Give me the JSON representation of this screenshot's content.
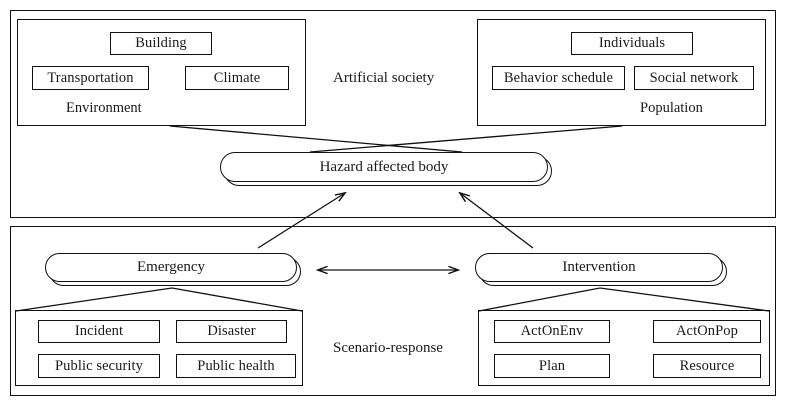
{
  "figure": {
    "panels": [
      {
        "id": "artificial-society",
        "title": "Artificial society",
        "groups": [
          {
            "id": "environment",
            "caption": "Environment",
            "items": [
              "Building",
              "Transportation",
              "Climate"
            ]
          },
          {
            "id": "population",
            "caption": "Population",
            "items": [
              "Individuals",
              "Behavior schedule",
              "Social network"
            ]
          }
        ],
        "node": "Hazard affected body"
      },
      {
        "id": "scenario-response",
        "title": "Scenario-response",
        "nodes": [
          "Emergency",
          "Intervention"
        ],
        "groups": [
          {
            "id": "emergency-items",
            "items": [
              "Incident",
              "Disaster",
              "Public security",
              "Public health"
            ]
          },
          {
            "id": "intervention-items",
            "items": [
              "ActOnEnv",
              "ActOnPop",
              "Plan",
              "Resource"
            ]
          }
        ]
      }
    ],
    "nodes": {
      "hazard_affected_body": "Hazard affected body",
      "emergency": "Emergency",
      "intervention": "Intervention"
    },
    "environment": {
      "caption": "Environment",
      "building": "Building",
      "transportation": "Transportation",
      "climate": "Climate"
    },
    "population": {
      "caption": "Population",
      "individuals": "Individuals",
      "behavior_schedule": "Behavior schedule",
      "social_network": "Social network"
    },
    "emergency_items": {
      "incident": "Incident",
      "disaster": "Disaster",
      "public_security": "Public security",
      "public_health": "Public health"
    },
    "intervention_items": {
      "act_on_env": "ActOnEnv",
      "act_on_pop": "ActOnPop",
      "plan": "Plan",
      "resource": "Resource"
    },
    "titles": {
      "artificial_society": "Artificial society",
      "scenario_response": "Scenario-response"
    },
    "colors": {
      "line": "#111111",
      "background": "#ffffff",
      "text": "#1a1a1a"
    },
    "connectors": [
      {
        "from": "environment",
        "to": "hazard-affected-body",
        "style": "plain-line"
      },
      {
        "from": "population",
        "to": "hazard-affected-body",
        "style": "plain-line"
      },
      {
        "from": "emergency",
        "to": "hazard-affected-body",
        "style": "arrow"
      },
      {
        "from": "intervention",
        "to": "hazard-affected-body",
        "style": "arrow"
      },
      {
        "from": "emergency",
        "to": "intervention",
        "style": "double-arrow"
      },
      {
        "from": "emergency",
        "to": "emergency-items",
        "style": "plain-line"
      },
      {
        "from": "intervention",
        "to": "intervention-items",
        "style": "plain-line"
      }
    ]
  }
}
